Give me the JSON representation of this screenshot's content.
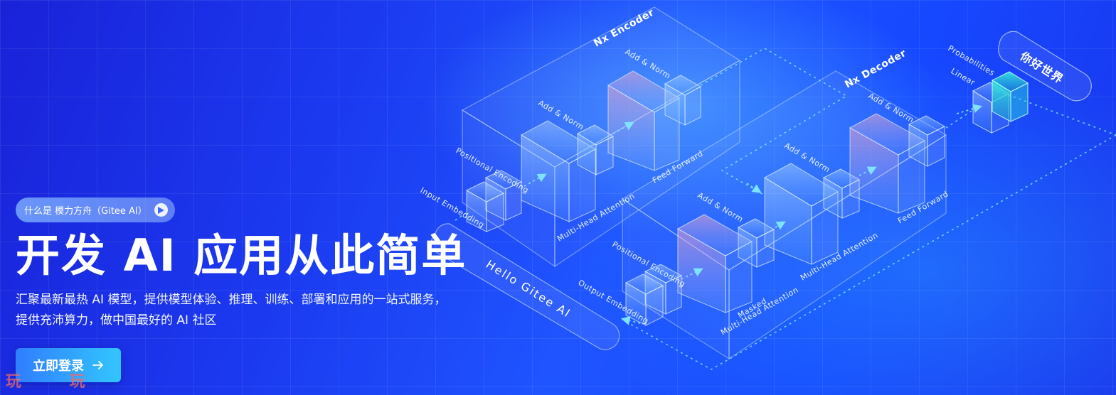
{
  "hero": {
    "pill_label": "什么是 模力方舟（Gitee AI）",
    "title": "开发 AI 应用从此简单",
    "desc_line1": "汇聚最新最热 AI 模型，提供模型体验、推理、训练、部署和应用的一站式服务，",
    "desc_line2": "提供充沛算力，做中国最好的 AI 社区",
    "cta_label": "立即登录"
  },
  "watermark": "玩 玩",
  "diagram": {
    "encoder_title": "Nx Encoder",
    "decoder_title": "Nx Decoder",
    "enc_add_norm_top": "Add & Norm",
    "enc_add_norm_mid": "Add & Norm",
    "enc_feed_forward": "Feed Forward",
    "enc_mha": "Multi-Head Attention",
    "enc_pos_enc": "Positional Encoding",
    "enc_input_emb": "Input Embedding",
    "dec_add_norm_top": "Add & Norm",
    "dec_add_norm_mid": "Add & Norm",
    "dec_add_norm_low": "Add & Norm",
    "dec_feed_forward": "Feed Forward",
    "dec_mha": "Multi-Head Attention",
    "dec_masked_1": "Masked",
    "dec_masked_2": "Multi-Head Attention",
    "dec_pos_enc": "Positional Encoding",
    "dec_output_emb": "Output Embedding",
    "linear": "Linear",
    "probabilities": "Probabilities",
    "input_text": "Hello Gitee AI",
    "output_text": "你好世界"
  },
  "colors": {
    "accent_start": "#2f7dff",
    "accent_end": "#33c6ff",
    "arrow": "#7fe3ff"
  }
}
